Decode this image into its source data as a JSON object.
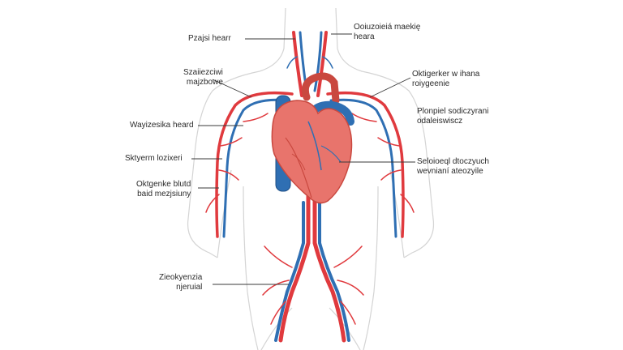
{
  "colors": {
    "artery": "#e03a3e",
    "vein": "#2f6fb3",
    "heart": "#e8746c",
    "heart_dark": "#c9483f",
    "outline": "#d4d4d4",
    "leader": "#3a3a3a"
  },
  "labels": {
    "left_1": [
      "Pzajsi hearr"
    ],
    "left_2": [
      "Szaiiezciwi",
      "majzbowe"
    ],
    "left_3": [
      "Wayizesika heard"
    ],
    "left_4": [
      "Sktyerm lozixeri"
    ],
    "left_5": [
      "Oktgenke blutd",
      "baid mezjsiuny"
    ],
    "left_6": [
      "Zieokyenzia",
      "njeruial"
    ],
    "right_1": [
      "Ooiuzoieiá maekię",
      "heara"
    ],
    "right_2": [
      "Oktigerker w ihana",
      "roiygeenie"
    ],
    "right_3": [
      "Plonpiel sodiczyrani",
      "odaleiswiscz"
    ],
    "right_4": [
      "Seloioeql dtoczyuch",
      "wevnianí ateozyile"
    ]
  }
}
